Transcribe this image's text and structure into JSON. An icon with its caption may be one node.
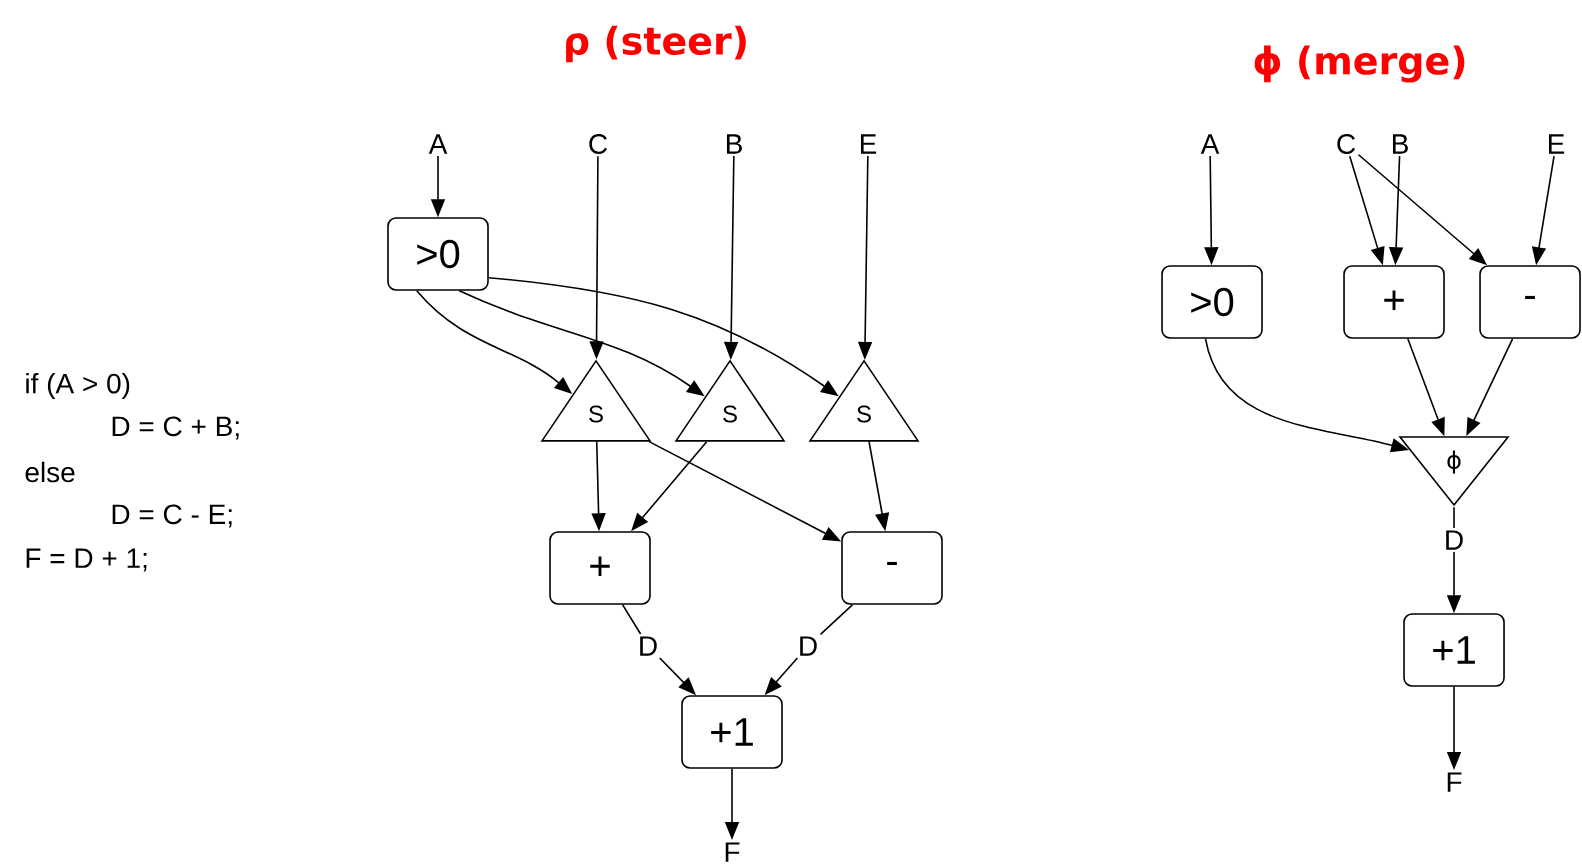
{
  "diagram": {
    "nodes": [
      {
        "text": [
          "A"
        ]
      },
      {
        "text": [
          "C"
        ]
      },
      {
        "text": [
          "B"
        ]
      },
      {
        "text": [
          "E"
        ]
      },
      {
        "text": [
          ">0"
        ]
      },
      {
        "text": [
          "S"
        ]
      },
      {
        "text": [
          "S"
        ]
      },
      {
        "text": [
          "S"
        ]
      },
      {
        "text": [
          "+"
        ]
      },
      {
        "text": [
          "-"
        ]
      },
      {
        "text": [
          "D"
        ]
      },
      {
        "text": [
          "D"
        ]
      },
      {
        "text": [
          "+1"
        ]
      },
      {
        "text": [
          "F"
        ]
      },
      {
        "text": [
          "A"
        ]
      },
      {
        "text": [
          "C"
        ]
      },
      {
        "text": [
          "B"
        ]
      },
      {
        "text": [
          "E"
        ]
      },
      {
        "text": [
          ">0"
        ]
      },
      {
        "text": [
          "+"
        ]
      },
      {
        "text": [
          "-"
        ]
      },
      {
        "text": [
          "ϕ"
        ]
      },
      {
        "text": [
          "D"
        ]
      },
      {
        "text": [
          "+1"
        ]
      },
      {
        "text": [
          "F"
        ]
      }
    ],
    "edges": [
      {
        "from": 0,
        "to": 4,
        "arrow": "to"
      },
      {
        "from": 1,
        "to": 5,
        "arrow": "to"
      },
      {
        "from": 2,
        "to": 6,
        "arrow": "to"
      },
      {
        "from": 3,
        "to": 7,
        "arrow": "to"
      },
      {
        "from": 4,
        "to": 5,
        "arrow": "to"
      },
      {
        "from": 4,
        "to": 6,
        "arrow": "to"
      },
      {
        "from": 4,
        "to": 7,
        "arrow": "to"
      },
      {
        "from": 5,
        "to": 8,
        "arrow": "to"
      },
      {
        "from": 6,
        "to": 8,
        "arrow": "to"
      },
      {
        "from": 5,
        "to": 9,
        "arrow": "to"
      },
      {
        "from": 7,
        "to": 9,
        "arrow": "to"
      },
      {
        "from": 8,
        "to": 10,
        "arrow": "none"
      },
      {
        "from": 9,
        "to": 11,
        "arrow": "none"
      },
      {
        "from": 10,
        "to": 12,
        "arrow": "to"
      },
      {
        "from": 11,
        "to": 12,
        "arrow": "to"
      },
      {
        "from": 12,
        "to": 13,
        "arrow": "to"
      },
      {
        "from": 14,
        "to": 18,
        "arrow": "to"
      },
      {
        "from": 15,
        "to": 19,
        "arrow": "to"
      },
      {
        "from": 16,
        "to": 19,
        "arrow": "to"
      },
      {
        "from": 15,
        "to": 20,
        "arrow": "to"
      },
      {
        "from": 17,
        "to": 20,
        "arrow": "to"
      },
      {
        "from": 18,
        "to": 21,
        "arrow": "to"
      },
      {
        "from": 19,
        "to": 21,
        "arrow": "to"
      },
      {
        "from": 20,
        "to": 21,
        "arrow": "to"
      },
      {
        "from": 21,
        "to": 22,
        "arrow": "none"
      },
      {
        "from": 22,
        "to": 23,
        "arrow": "to"
      },
      {
        "from": 23,
        "to": 24,
        "arrow": "to"
      }
    ],
    "labels": [
      "ρ (steer)",
      "ϕ (merge)",
      "if (A > 0)",
      "D = C + B;",
      "else",
      "D = C - E;",
      "F = D + 1;"
    ]
  }
}
